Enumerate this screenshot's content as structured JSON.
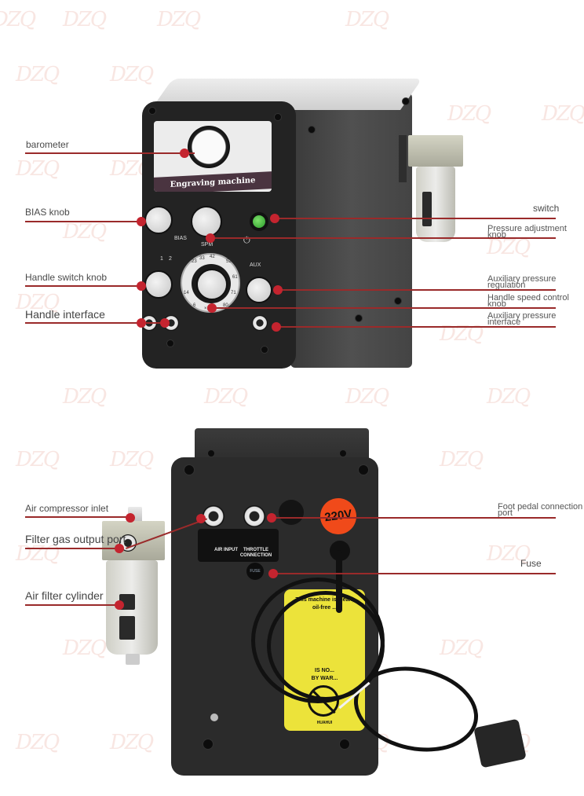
{
  "watermark": "DZQ",
  "front_view": {
    "panel_title": "Engraving machine",
    "panel_markings": {
      "bias": "BIAS",
      "spm": "SPM",
      "aux": "AUX",
      "handle_1": "1",
      "handle_2": "2",
      "dial_multiplier": "×100",
      "dial_ticks": [
        "6",
        "14",
        "23",
        "33",
        "42",
        "52",
        "61",
        "71",
        "80"
      ]
    },
    "callouts_left": [
      {
        "label": "barometer"
      },
      {
        "label": "BIAS knob"
      },
      {
        "label": "Handle switch knob"
      },
      {
        "label": "Handle interface"
      }
    ],
    "callouts_right": [
      {
        "label": "switch"
      },
      {
        "label": "Pressure adjustment knob"
      },
      {
        "label": "Auxiliary pressure regulation"
      },
      {
        "label": "Handle speed control knob"
      },
      {
        "label": "Auxiliary pressure interface"
      }
    ]
  },
  "rear_view": {
    "voltage_badge": "220V",
    "port_plate": {
      "air_input": "AIR INPUT",
      "throttle": "THROTTLE CONNECTION"
    },
    "fuse_marking": "FUSE",
    "warning_label": {
      "lines": [
        "This machine is clean,",
        "oil-free ...",
        "...",
        "IS NO...",
        "BY WAR..."
      ],
      "brand": "HUAHUI"
    },
    "callouts_left": [
      {
        "label": "Air compressor inlet"
      },
      {
        "label": "Filter gas output port"
      },
      {
        "label": "Air filter cylinder"
      }
    ],
    "callouts_right": [
      {
        "label": "Foot pedal connection port"
      },
      {
        "label": "Fuse"
      }
    ]
  },
  "colors": {
    "callout_line": "#9a2a2a",
    "callout_dot": "#c4242f",
    "badge": "#f04a1a",
    "warning_label": "#ece33a",
    "power_button": "#3cc43c"
  }
}
